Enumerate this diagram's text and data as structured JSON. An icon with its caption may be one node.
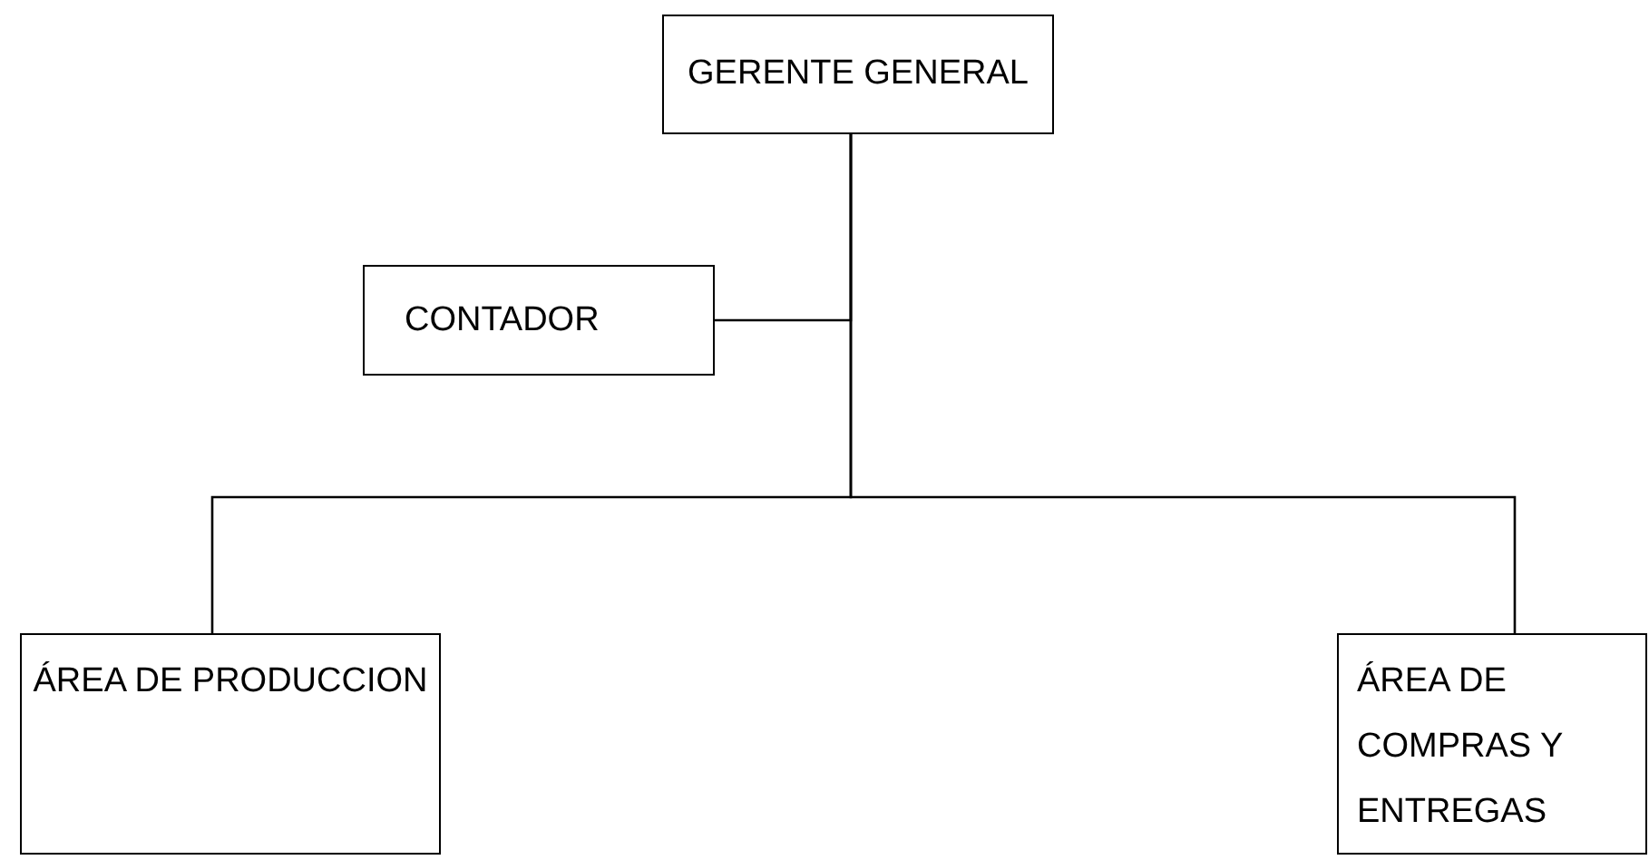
{
  "diagram": {
    "nodes": [
      {
        "text": [
          "GERENTE GENERAL"
        ]
      },
      {
        "text": [
          "CONTADOR"
        ]
      },
      {
        "text": [
          "ÁREA DE PRODUCCION"
        ]
      },
      {
        "text": [
          "ÁREA DE COMPRAS Y ENTREGAS"
        ]
      }
    ],
    "edges": [
      {
        "from": 0,
        "to": 1,
        "arrow": "none"
      },
      {
        "from": 0,
        "to": 2,
        "arrow": "none"
      },
      {
        "from": 0,
        "to": 3,
        "arrow": "none"
      }
    ]
  }
}
